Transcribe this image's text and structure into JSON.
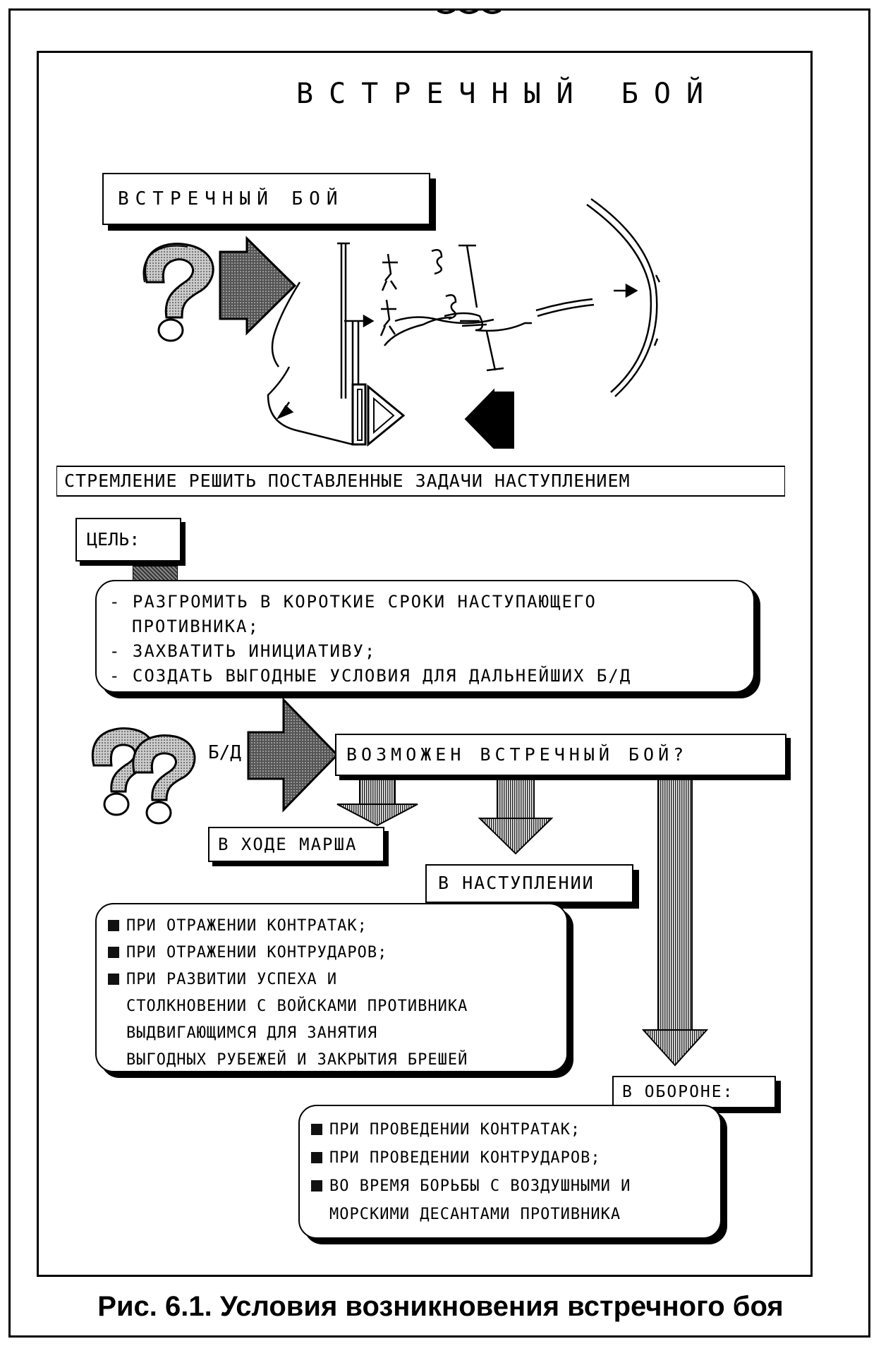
{
  "header": {
    "title": "ВСТРЕЧНЫЙ БОЙ",
    "boxed_title": "ВСТРЕЧНЫЙ БОЙ"
  },
  "strive": "СТРЕМЛЕНИЕ РЕШИТЬ ПОСТАВЛЕННЫЕ ЗАДАЧИ НАСТУПЛЕНИЕМ",
  "goal": {
    "label": "ЦЕЛЬ:",
    "items": [
      "- РАЗГРОМИТЬ В КОРОТКИЕ СРОКИ НАСТУПАЮЩЕГО",
      "ПРОТИВНИКА;",
      "- ЗАХВАТИТЬ ИНИЦИАТИВУ;",
      "- СОЗДАТЬ ВЫГОДНЫЕ УСЛОВИЯ ДЛЯ ДАЛЬНЕЙШИХ Б/Д"
    ]
  },
  "question": {
    "bd": "Б/Д",
    "possible": "ВОЗМОЖЕН ВСТРЕЧНЫЙ БОЙ?"
  },
  "branches": {
    "march": "В ХОДЕ МАРША",
    "offense": "В НАСТУПЛЕНИИ",
    "defense": "В ОБОРОНЕ:"
  },
  "offense_list": {
    "i1": "ПРИ ОТРАЖЕНИИ КОНТРАТАК;",
    "i2": "ПРИ ОТРАЖЕНИИ КОНТРУДАРОВ;",
    "i3a": "ПРИ РАЗВИТИИ УСПЕХА И",
    "i3b": "СТОЛКНОВЕНИИ С ВОЙСКАМИ ПРОТИВНИКА",
    "i3c": "ВЫДВИГАЮЩИМСЯ ДЛЯ ЗАНЯТИЯ",
    "i3d": "ВЫГОДНЫХ РУБЕЖЕЙ И ЗАКРЫТИЯ БРЕШЕЙ"
  },
  "defense_list": {
    "i1": "ПРИ ПРОВЕДЕНИИ КОНТРАТАК;",
    "i2": "ПРИ ПРОВЕДЕНИИ КОНТРУДАРОВ;",
    "i3a": "ВО ВРЕМЯ БОРЬБЫ С ВОЗДУШНЫМИ И",
    "i3b": "МОРСКИМИ ДЕСАНТАМИ ПРОТИВНИКА"
  },
  "caption": "Рис. 6.1. Условия возникновения встречного боя"
}
